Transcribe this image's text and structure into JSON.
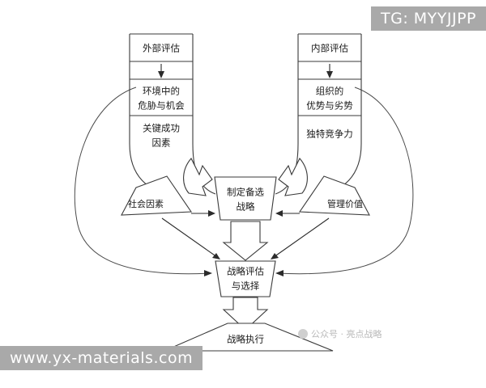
{
  "watermarks": {
    "tg_badge": "TG: MYYJJPP",
    "site_badge": "www.yx-materials.com",
    "corner_logo_text": "公众号 · 亮点战略",
    "logo_icon": "circle-logo-icon",
    "badge_bg": "#a9a9a9",
    "badge_fg": "#ffffff",
    "logo_fg": "#b9b9b9"
  },
  "diagram": {
    "type": "strategic-management-process-flowchart",
    "stroke_color": "#3a3a3a",
    "fill_color": "#ffffff",
    "left_column": {
      "name": "external-assessment-funnel",
      "cells": [
        {
          "label": "外部评估"
        },
        {
          "label": "环境中的\n危胁与机会",
          "line1": "环境中的",
          "line2": "危胁与机会"
        },
        {
          "label": "关键成功\n因素",
          "line1": "关键成功",
          "line2": "因素"
        }
      ]
    },
    "right_column": {
      "name": "internal-assessment-funnel",
      "cells": [
        {
          "label": "内部评估"
        },
        {
          "label": "组织的\n优势与劣势",
          "line1": "组织的",
          "line2": "优势与劣势"
        },
        {
          "label": "独特竞争力",
          "line1": "独特竞争力",
          "line2": ""
        }
      ]
    },
    "center_top": {
      "name": "formulate-alternatives",
      "line1": "制定备选",
      "line2": "战略"
    },
    "center_bottom": {
      "name": "evaluate-and-select",
      "line1": "战略评估",
      "line2": "与选择"
    },
    "left_input": {
      "name": "social-factors",
      "label": "社会因素"
    },
    "right_input": {
      "name": "management-values",
      "label": "管理价值"
    },
    "bottom": {
      "name": "strategy-implementation",
      "label": "战略执行"
    },
    "feedback_loops": [
      {
        "name": "left-feedback-arc"
      },
      {
        "name": "right-feedback-arc"
      }
    ]
  }
}
